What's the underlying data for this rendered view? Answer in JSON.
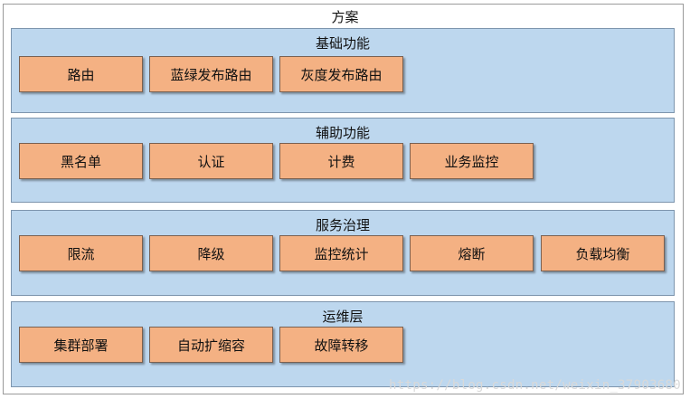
{
  "title": "方案",
  "sections": [
    {
      "label": "基础功能",
      "items": [
        "路由",
        "蓝绿发布路由",
        "灰度发布路由"
      ]
    },
    {
      "label": "辅助功能",
      "items": [
        "黑名单",
        "认证",
        "计费",
        "业务监控"
      ]
    },
    {
      "label": "服务治理",
      "items": [
        "限流",
        "降级",
        "监控统计",
        "熔断",
        "负载均衡"
      ]
    },
    {
      "label": "运维层",
      "items": [
        "集群部署",
        "自动扩缩容",
        "故障转移"
      ]
    }
  ],
  "watermark": "https://blog.csdn.net/weixin_37903680",
  "colors": {
    "section_fill": "#bdd7ee",
    "box_fill": "#f4b183"
  }
}
